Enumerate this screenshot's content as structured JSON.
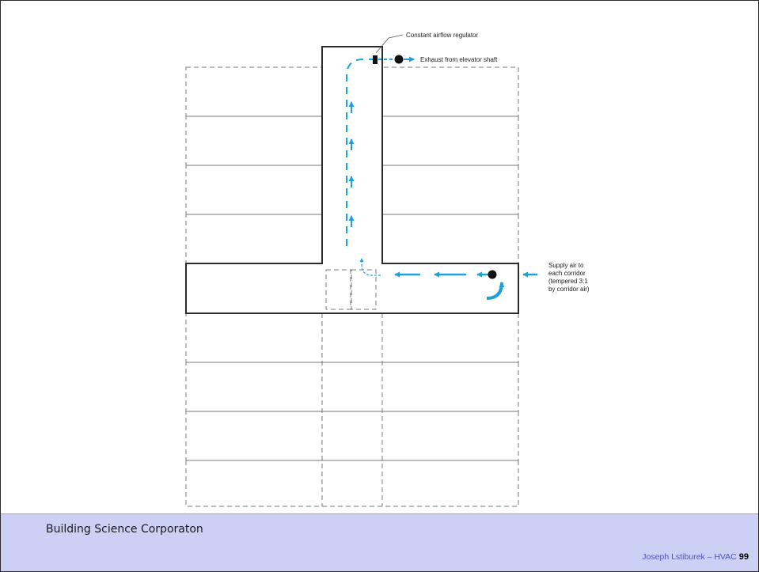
{
  "diagram": {
    "labels": {
      "regulator": "Constant airflow regulator",
      "exhaust": "Exhaust from elevator shaft",
      "supply": [
        "Supply air to",
        "each corridor",
        "(tempered 3:1",
        "by corridor air)"
      ]
    },
    "floors_above_corridor": 4,
    "floors_below_corridor": 4,
    "colors": {
      "airflow": "#1da1d8",
      "walls": "#2b2b2b",
      "dashed": "#777777",
      "footer_bg": "#ccd0f5",
      "footer_credit": "#4a55b8"
    }
  },
  "footer": {
    "organization": "Building Science Corporaton",
    "credit": "Joseph Lstiburek – HVAC",
    "page_number": "99"
  }
}
